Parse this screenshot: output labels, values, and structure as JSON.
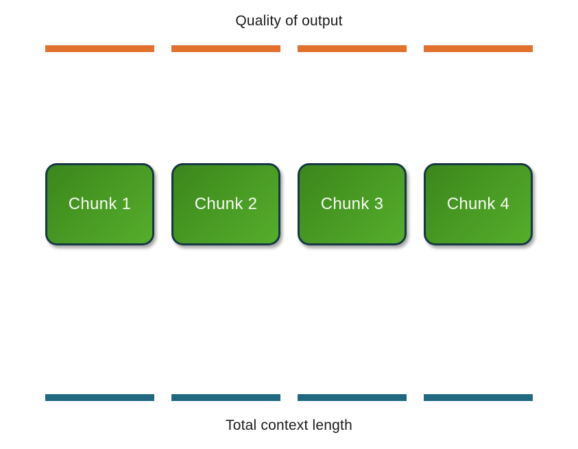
{
  "top_axis": {
    "label": "Quality of output",
    "bar_count": 4
  },
  "bottom_axis": {
    "label": "Total context length",
    "bar_count": 4
  },
  "chunks": [
    {
      "label": "Chunk 1"
    },
    {
      "label": "Chunk 2"
    },
    {
      "label": "Chunk 3"
    },
    {
      "label": "Chunk 4"
    }
  ],
  "colors": {
    "background": "#ffffff",
    "quality_bar": "#E2712E",
    "context_bar": "#1F6880",
    "chunk_gradient_start": "#3C861C",
    "chunk_gradient_end": "#55AE2B",
    "chunk_border": "#163844",
    "chunk_text": "#F7FAF3",
    "label_text": "#1A1A1A"
  }
}
